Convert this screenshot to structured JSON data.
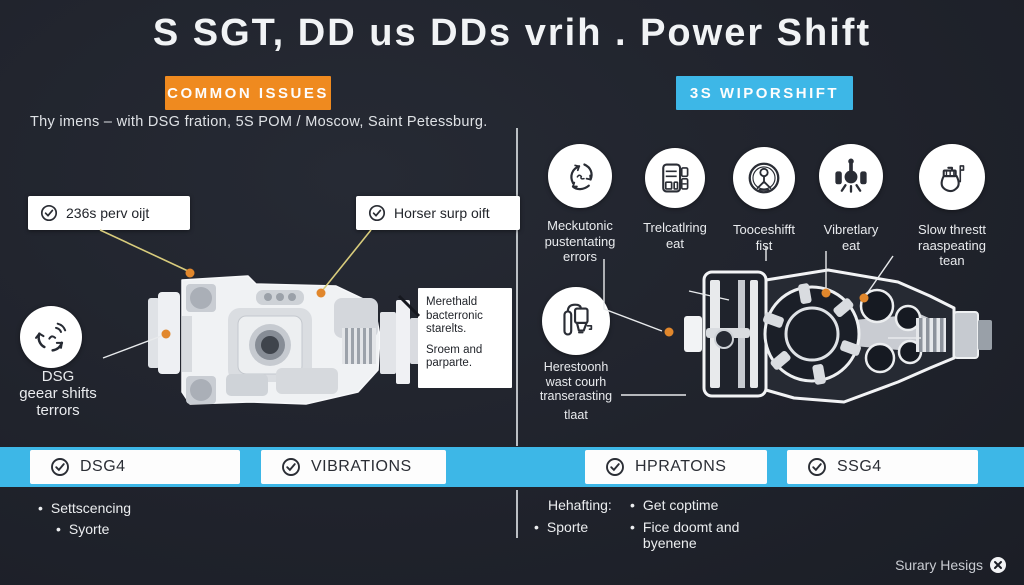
{
  "title": "S SGT, DD us DDs vrih . Power Shift",
  "subtitle": "Thy imens – with DSG fration, 5S POM / Moscow, Saint Petessburg.",
  "badges": {
    "left": "COMMON ISSUES",
    "right": "3S WIPORSHIFT"
  },
  "colors": {
    "background": "#20232c",
    "accent_orange": "#ef8a1f",
    "accent_blue": "#3db7e7",
    "callout_bg": "#ffffff",
    "connector_yellow": "#d8cc7c",
    "connector_white": "#e8eaec",
    "dot_orange": "#e1872c"
  },
  "left_panel": {
    "callouts": [
      "236s perv oijt",
      "Horser surp oift"
    ],
    "dsg_icon": "rotation-signal-icon",
    "dsg_label_lines": [
      "DSG",
      "geear shifts",
      "terrors"
    ],
    "note_lines": [
      "Merethald bacterronic starelts.",
      "Sroem and parparte."
    ]
  },
  "right_panel": {
    "icons": [
      {
        "icon": "cycle-arrows-icon",
        "lines": [
          "Meckutonic",
          "pustentating",
          "errors"
        ]
      },
      {
        "icon": "control-module-icon",
        "lines": [
          "Trelcatlring",
          "eat"
        ]
      },
      {
        "icon": "badge-person-icon",
        "lines": [
          "Tooceshifft",
          "fist"
        ]
      },
      {
        "icon": "vibration-mechanism-icon",
        "lines": [
          "Vibretlary",
          "eat"
        ]
      },
      {
        "icon": "oil-can-icon",
        "lines": [
          "Slow threstt",
          "raaspeating",
          "tean"
        ]
      },
      {
        "icon": "pump-icon",
        "lines": [
          "Herestoonh",
          "wast courh",
          "transerasting",
          "tlaat"
        ]
      }
    ]
  },
  "bottom_bar": {
    "items": [
      "DSG4",
      "VIBRATIONS",
      "HPRATONS",
      "SSG4"
    ]
  },
  "footer": {
    "left_bullets": [
      "Settscencing",
      "Syorte"
    ],
    "right_heading": "Hehafting:",
    "right_col1": [
      "Sporte"
    ],
    "right_col2": [
      "Get coptime",
      "Fice doomt and byenene"
    ],
    "credit": "Surary Hesigs"
  }
}
